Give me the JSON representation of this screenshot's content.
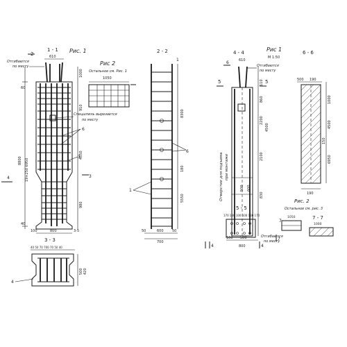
{
  "figures": {
    "fig1": {
      "caption": "Рис. 1",
      "section_11": "1 - 1",
      "top_width": "610",
      "bend_note_1": "Отгибаются",
      "bend_note_2": "по месту",
      "dim_60": "60",
      "dim_1000": "1000",
      "dim_910": "910",
      "dim_8800": "8800",
      "dim_6950": "19×250 6950",
      "dim_4550": "4550",
      "dim_980": "980",
      "dim_40": "40",
      "dim_800": "800",
      "dim_100": "100",
      "cut_note_1": "Спецшпиль вырезается",
      "cut_note_2": "по месту",
      "mark_6": "6",
      "mark_3": "3",
      "mark_2": "2",
      "mark_3b": "3",
      "mark_4": "4",
      "mark_35": "3-5",
      "section_33": "3 - 3",
      "dims_33": "40 50 70  700  70 50 40",
      "dim_500": "500",
      "dim_420": "420",
      "mark_4b": "4"
    },
    "fig2": {
      "caption": "Рис 2",
      "note": "Остальное см. Рис. 1",
      "dim_1050": "1050",
      "section_22": "2 - 2",
      "dim_8300": "8300",
      "dim_180": "180",
      "dim_5550": "5550",
      "dim_50a": "50",
      "dim_600": "600",
      "dim_50b": "50",
      "dim_700": "700",
      "mark_1": "1",
      "mark_6": "6",
      "mark_1b": "1"
    },
    "fig3": {
      "section_44": "4 - 4",
      "caption": "Рис 1",
      "scale": "М 1:50",
      "mark_6": "6",
      "dim_610": "610",
      "bend_note_1": "Отгибаются",
      "bend_note_2": "по месту",
      "mark_5": "5",
      "mark_5b": "5",
      "dim_110": "110",
      "dim_860": "860",
      "dim_2200": "2200",
      "dim_4500": "4500",
      "dim_2100": "2100",
      "dim_600": "600",
      "dim_500": "500",
      "dim_830": "830",
      "dim_100": "100",
      "dim_500b": "500",
      "vertical_note_1": "Отверстие для подъема",
      "vertical_note_2": "при монтаже",
      "section_55": "5 - 5",
      "dims_55": "170 130 100 100 130 170",
      "dim_800": "800",
      "bend_note_3": "Отгибаются",
      "bend_note_4": "по месту",
      "mark_4": "4",
      "mark_4b": "4",
      "mark_7": "7"
    },
    "fig4": {
      "section_66": "6 - 6",
      "dim_500": "500",
      "dim_190": "190",
      "dim_1000": "1000",
      "dim_4500": "4500",
      "dim_150": "150",
      "dim_6950": "6950",
      "dim_190b": "190",
      "caption": "Рис. 2",
      "note": "Остальное см. рис. 3",
      "dim_1050": "1050",
      "section_77": "7 - 7",
      "dim_1000b": "1000",
      "mark_7": "7"
    }
  }
}
